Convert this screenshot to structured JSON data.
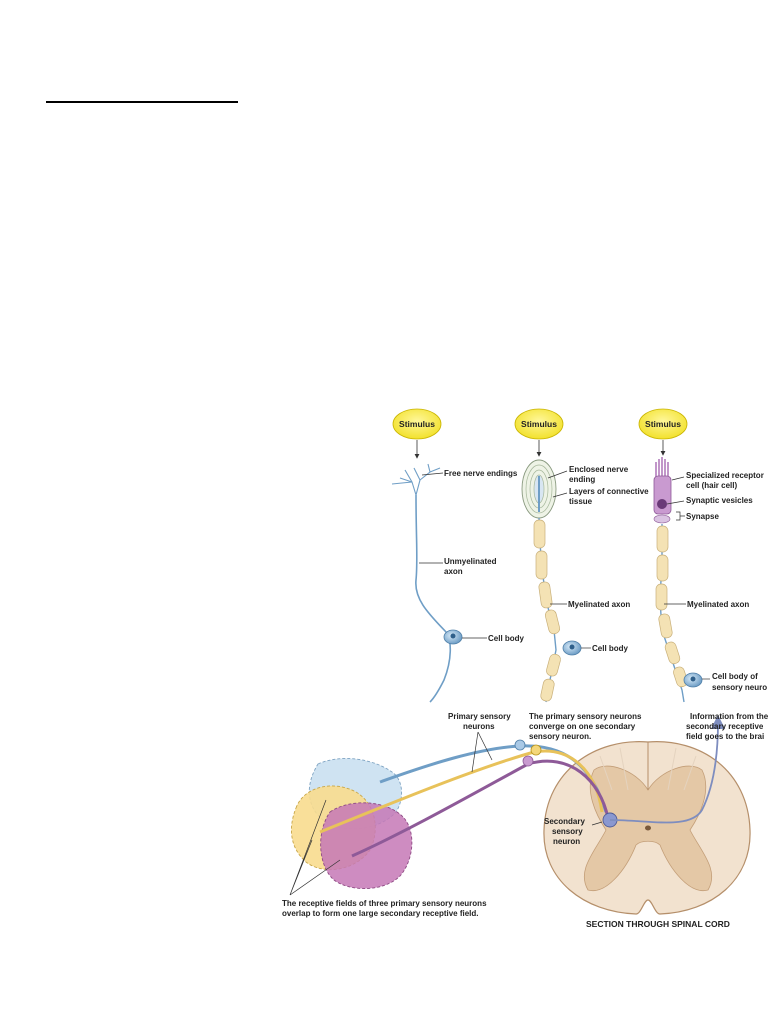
{
  "receptors": {
    "stimulus_label": "Stimulus",
    "free_nerve_endings": "Free nerve endings",
    "unmyelinated_axon_1": "Unmyelinated",
    "unmyelinated_axon_2": "axon",
    "cell_body_1": "Cell body",
    "enclosed_nerve_ending_1": "Enclosed nerve",
    "enclosed_nerve_ending_2": "ending",
    "connective_tissue_1": "Layers of connective",
    "connective_tissue_2": "tissue",
    "myelinated_axon_2": "Myelinated axon",
    "cell_body_2": "Cell body",
    "specialized_receptor_1": "Specialized receptor",
    "specialized_receptor_2": "cell (hair cell)",
    "synaptic_vesicles": "Synaptic vesicles",
    "synapse": "Synapse",
    "myelinated_axon_3": "Myelinated axon",
    "cell_body_sensory_1": "Cell body of",
    "cell_body_sensory_2": "sensory neuro"
  },
  "convergence": {
    "primary_neurons_1": "Primary sensory",
    "primary_neurons_2": "neurons",
    "converge_1": "The primary sensory neurons",
    "converge_2": "converge on one secondary",
    "converge_3": "sensory neuron.",
    "info_1": "Information from the",
    "info_2": "secondary receptive",
    "info_3": "field goes to the brai",
    "secondary_1": "Secondary",
    "secondary_2": "sensory",
    "secondary_3": "neuron",
    "fields_1": "The receptive fields of three primary sensory neurons",
    "fields_2": "overlap to form one large secondary receptive field.",
    "section": "SECTION THROUGH SPINAL CORD"
  },
  "colors": {
    "stimulus": "#f7ea3c",
    "neuron_blue": "#6f9ec6",
    "myelin": "#f4e2b4",
    "hair_cell": "#b27cbc",
    "field_blue": "#cfe3f2",
    "field_yellow": "#f8dc8e",
    "field_purple": "#c678b6",
    "cord": "#f2e2cf",
    "grey_matter": "#e4c8a6"
  }
}
